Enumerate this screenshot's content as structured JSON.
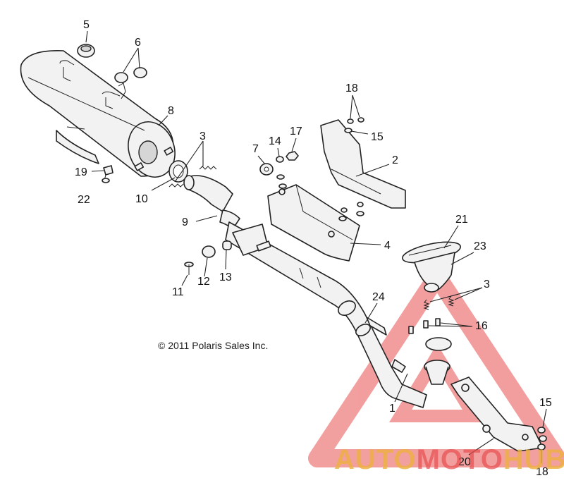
{
  "diagram": {
    "copyright": "© 2011 Polaris Sales Inc.",
    "watermark": {
      "part_a": "AUTO",
      "part_b": "MOTO",
      "part_c": "HUB"
    },
    "callouts": [
      "5",
      "6",
      "8",
      "3",
      "19",
      "22",
      "10",
      "7",
      "14",
      "17",
      "18",
      "15",
      "2",
      "9",
      "4",
      "11",
      "12",
      "13",
      "24",
      "21",
      "23",
      "3",
      "16",
      "1",
      "15",
      "20",
      "18"
    ],
    "colors": {
      "line": "#222222",
      "watermark_red": "#e85050",
      "watermark_orange": "#ecb040"
    }
  }
}
